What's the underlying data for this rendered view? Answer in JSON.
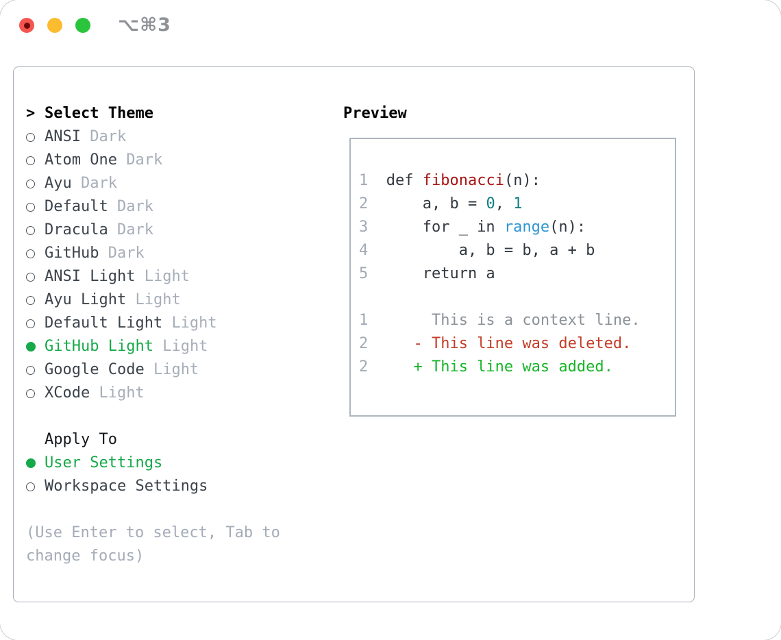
{
  "window": {
    "title": "⌥⌘3",
    "traffic_lights": [
      {
        "name": "close",
        "color": "#f4564f"
      },
      {
        "name": "minimize",
        "color": "#fbbc30"
      },
      {
        "name": "zoom",
        "color": "#2bc53d"
      }
    ]
  },
  "colors": {
    "accent_selected_green": "#16a94a",
    "diff_added_green": "#17b427",
    "diff_deleted_red": "#c33d26",
    "syntax_function_red": "#a81414",
    "syntax_number_teal": "#0d7e82",
    "syntax_builtin_blue": "#2d95d2",
    "muted_gray": "#a6aeb9",
    "panel_border": "#a8afb9"
  },
  "theme_picker": {
    "prompt": ">",
    "header": "Select Theme",
    "items": [
      {
        "name": "ANSI",
        "variant": "Dark",
        "selected": false
      },
      {
        "name": "Atom One",
        "variant": "Dark",
        "selected": false
      },
      {
        "name": "Ayu",
        "variant": "Dark",
        "selected": false
      },
      {
        "name": "Default",
        "variant": "Dark",
        "selected": false
      },
      {
        "name": "Dracula",
        "variant": "Dark",
        "selected": false
      },
      {
        "name": "GitHub",
        "variant": "Dark",
        "selected": false
      },
      {
        "name": "ANSI Light",
        "variant": "Light",
        "selected": false
      },
      {
        "name": "Ayu Light",
        "variant": "Light",
        "selected": false
      },
      {
        "name": "Default Light",
        "variant": "Light",
        "selected": false
      },
      {
        "name": "GitHub Light",
        "variant": "Light",
        "selected": true
      },
      {
        "name": "Google Code",
        "variant": "Light",
        "selected": false
      },
      {
        "name": "XCode",
        "variant": "Light",
        "selected": false
      }
    ],
    "apply_to": {
      "header": "Apply To",
      "options": [
        {
          "label": "User Settings",
          "selected": true
        },
        {
          "label": "Workspace Settings",
          "selected": false
        }
      ]
    },
    "help_lines": [
      "(Use Enter to select, Tab to",
      "change focus)"
    ]
  },
  "preview": {
    "header": "Preview",
    "code_lines": [
      {
        "num": "1",
        "tokens": [
          {
            "t": "  def ",
            "c": "code"
          },
          {
            "t": "fibonacci",
            "c": "fn"
          },
          {
            "t": "(n):",
            "c": "code"
          }
        ]
      },
      {
        "num": "2",
        "tokens": [
          {
            "t": "      a, b = ",
            "c": "code"
          },
          {
            "t": "0",
            "c": "num"
          },
          {
            "t": ", ",
            "c": "code"
          },
          {
            "t": "1",
            "c": "num"
          }
        ]
      },
      {
        "num": "3",
        "tokens": [
          {
            "t": "      for _ in ",
            "c": "code"
          },
          {
            "t": "range",
            "c": "builtin"
          },
          {
            "t": "(n):",
            "c": "code"
          }
        ]
      },
      {
        "num": "4",
        "tokens": [
          {
            "t": "          a, b = b, a + b",
            "c": "code"
          }
        ]
      },
      {
        "num": "5",
        "tokens": [
          {
            "t": "      return a",
            "c": "code"
          }
        ]
      }
    ],
    "diff_lines": [
      {
        "num": "1",
        "tokens": [
          {
            "t": "       This is a context line.",
            "c": "ctx"
          }
        ]
      },
      {
        "num": "2",
        "tokens": [
          {
            "t": "     - This line was deleted.",
            "c": "del"
          }
        ]
      },
      {
        "num": "2",
        "tokens": [
          {
            "t": "     + This line was added.",
            "c": "add"
          }
        ]
      }
    ]
  }
}
